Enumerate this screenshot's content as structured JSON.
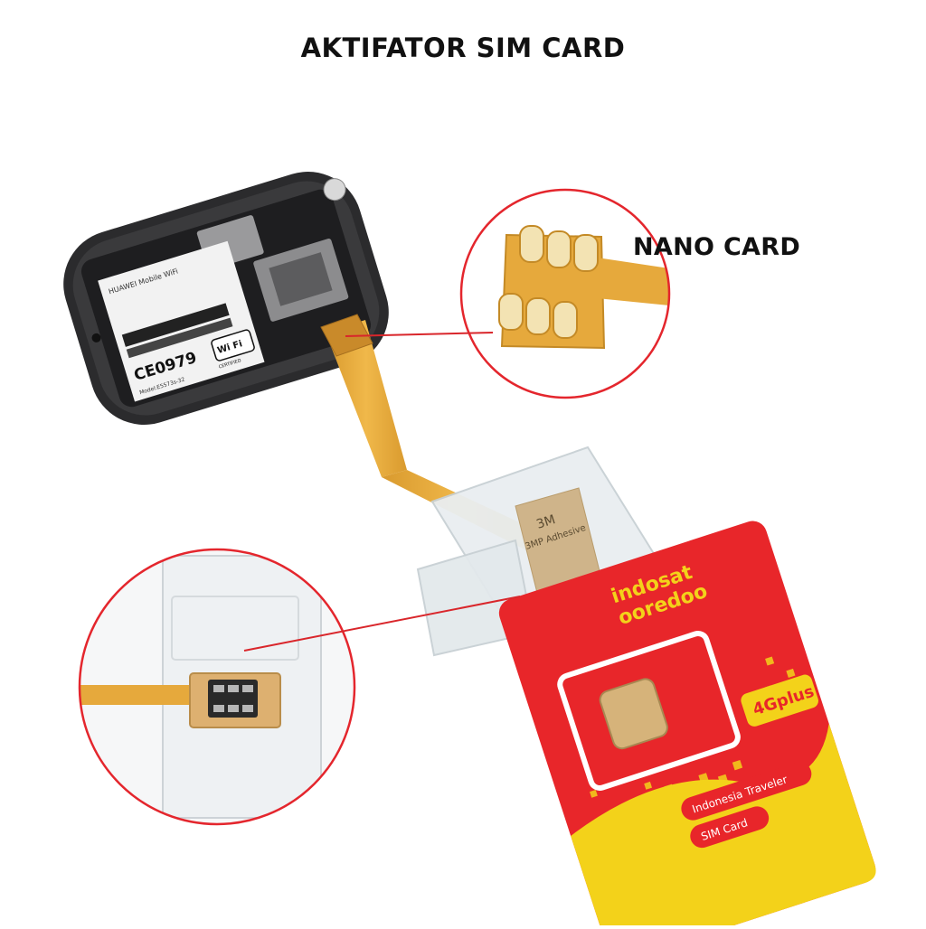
{
  "header": {
    "title": "AKTIFATOR SIM CARD"
  },
  "callout": {
    "nano_label": "NANO CARD"
  },
  "modem_label": {
    "brand_line": "HUAWEI Mobile WiFi",
    "ce_mark": "CE0979",
    "wifi_mark": "Wi Fi",
    "certified": "CERTIFIED",
    "model": "Model:E5573s-32"
  },
  "adhesive_text": {
    "line1": "3M",
    "line2": "3MP Adhesive"
  },
  "sim_card": {
    "brand_line1": "indosat",
    "brand_line2": "ooredoo",
    "badge": "4Gplus",
    "pill1": "Indonesia Traveler",
    "pill2": "SIM Card"
  },
  "colors": {
    "callout_ring": "#e4262d",
    "leader_line": "#d9262b",
    "flex_cable": "#e6a93c",
    "sim_red": "#e8262a",
    "sim_yellow": "#f3d21a",
    "modem_body": "#2b2b2d"
  }
}
